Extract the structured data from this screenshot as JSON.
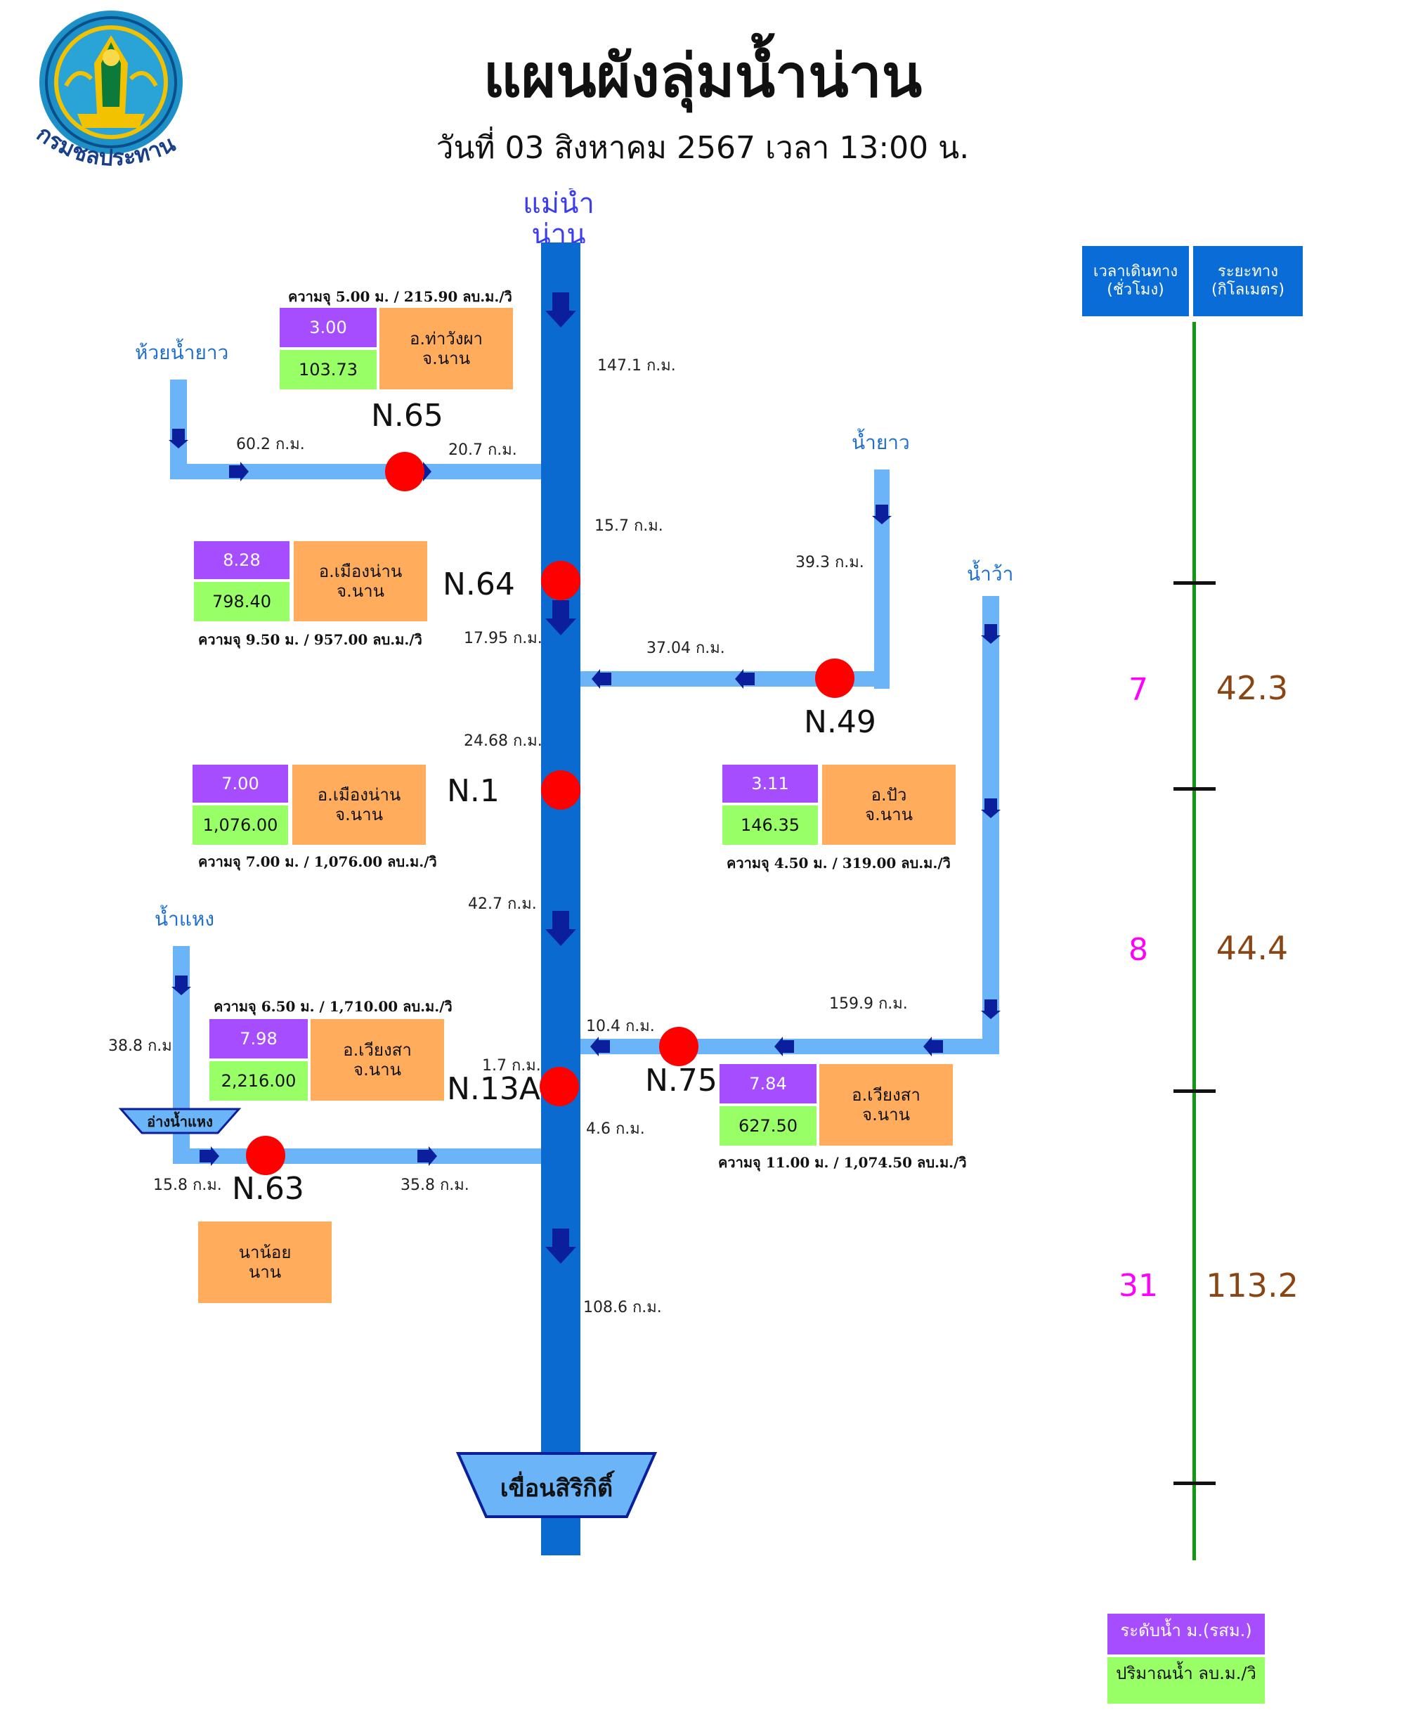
{
  "title": "แผนผังลุ่มน้ำน่าน",
  "subtitle": "วันที่ 03 สิงหาคม 2567 เวลา 13:00 น.",
  "logo": {
    "text": "กรมชลประทาน",
    "icon": "royal-irrigation-department-seal"
  },
  "main_river": {
    "name": "แม่น้ำน่าน"
  },
  "dam": {
    "label": "เขื่อนสิริกิติ์"
  },
  "reservoir": {
    "label": "อ่างน้ำแหง"
  },
  "tributaries": {
    "huai_nam_yao": "ห้วยน้ำยาว",
    "nam_yao": "น้ำยาว",
    "nam_wa": "น้ำว้า",
    "nam_haeng": "น้ำแหง"
  },
  "distances": {
    "d147_1": "147.1 ก.ม.",
    "d60_2": "60.2 ก.ม.",
    "d20_7": "20.7 ก.ม.",
    "d15_7": "15.7 ก.ม.",
    "d39_3": "39.3 ก.ม.",
    "d17_95": "17.95 ก.ม.",
    "d37_04": "37.04 ก.ม.",
    "d24_68": "24.68 ก.ม.",
    "d42_7": "42.7 ก.ม.",
    "d159_9": "159.9 ก.ม.",
    "d10_4": "10.4 ก.ม.",
    "d38_8": "38.8 ก.ม",
    "d1_7": "1.7 ก.ม.",
    "d4_6": "4.6 ก.ม.",
    "d15_8": "15.8 ก.ม.",
    "d35_8": "35.8 ก.ม.",
    "d108_6": "108.6 ก.ม."
  },
  "stations": {
    "n65": {
      "code": "N.65",
      "level": "3.00",
      "flow": "103.73",
      "loc1": "อ.ท่าวังผา",
      "loc2": "จ.นาน",
      "capacity": "ความจุ 5.00 ม. / 215.90 ลบ.ม./วิ"
    },
    "n64": {
      "code": "N.64",
      "level": "8.28",
      "flow": "798.40",
      "loc1": "อ.เมืองน่าน",
      "loc2": "จ.นาน",
      "capacity": "ความจุ 9.50 ม. / 957.00 ลบ.ม./วิ"
    },
    "n49": {
      "code": "N.49",
      "level": "3.11",
      "flow": "146.35",
      "loc1": "อ.ปัว",
      "loc2": "จ.นาน",
      "capacity": "ความจุ 4.50 ม. / 319.00 ลบ.ม./วิ"
    },
    "n1": {
      "code": "N.1",
      "level": "7.00",
      "flow": "1,076.00",
      "loc1": "อ.เมืองน่าน",
      "loc2": "จ.นาน",
      "capacity": "ความจุ 7.00 ม. / 1,076.00 ลบ.ม./วิ"
    },
    "n13a": {
      "code": "N.13A",
      "level": "7.98",
      "flow": "2,216.00",
      "loc1": "อ.เวียงสา",
      "loc2": "จ.นาน",
      "capacity": "ความจุ 6.50 ม. / 1,710.00 ลบ.ม./วิ"
    },
    "n75": {
      "code": "N.75",
      "level": "7.84",
      "flow": "627.50",
      "loc1": "อ.เวียงสา",
      "loc2": "จ.นาน",
      "capacity": "ความจุ 11.00 ม. / 1,074.50 ลบ.ม./วิ"
    },
    "n63": {
      "code": "N.63",
      "loc1": "นาน้อย",
      "loc2": "นาน"
    }
  },
  "travel_table": {
    "header_time_1": "เวลาเดินทาง",
    "header_time_2": "(ชั่วโมง)",
    "header_dist_1": "ระยะทาง",
    "header_dist_2": "(กิโลเมตร)",
    "segments": [
      {
        "hours": "7",
        "km": "42.3"
      },
      {
        "hours": "8",
        "km": "44.4"
      },
      {
        "hours": "31",
        "km": "113.2"
      }
    ]
  },
  "legend": {
    "level": "ระดับน้ำ ม.(รสม.)",
    "flow": "ปริมาณน้ำ ลบ.ม./วิ"
  },
  "colors": {
    "main_river": "#0a6ad0",
    "tributary": "#6ab4f7",
    "arrow": "#0b1f9c",
    "station_dot": "#ff0000",
    "level_box": "#a64dff",
    "flow_box": "#99ff66",
    "location_box": "#ffad5c",
    "scale_line": "#119911"
  }
}
